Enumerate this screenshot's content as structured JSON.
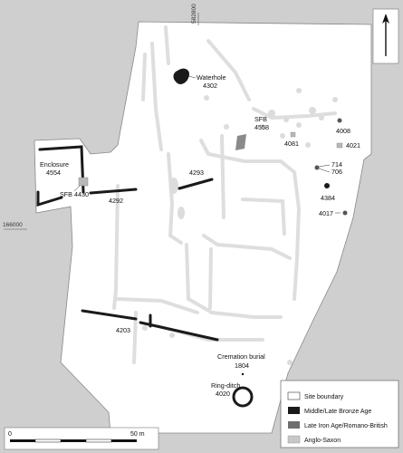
{
  "grid": {
    "northing": "582800",
    "easting": "166000"
  },
  "features": {
    "waterhole": {
      "name": "Waterhole",
      "id": "4302"
    },
    "sfb4558": {
      "name": "SFB",
      "id": "4558"
    },
    "enclosure": {
      "name": "Enclosure",
      "id": "4554"
    },
    "sfb4430": "SFB 4430",
    "f4292": "4292",
    "f4293": "4293",
    "f4081": "4081",
    "f4008": "4008",
    "f4021": "4021",
    "f714": "714",
    "f706": "706",
    "f4384": "4384",
    "f4017": "4017",
    "f4203": "4203",
    "cremation": {
      "name": "Cremation burial",
      "id": "1804"
    },
    "ringditch": {
      "name": "Ring-ditch",
      "id": "4020"
    }
  },
  "legend": {
    "items": [
      {
        "label": "Site boundary",
        "color": "#ffffff"
      },
      {
        "label": "Middle/Late Bronze Age",
        "color": "#1a1a1a"
      },
      {
        "label": "Late Iron Age/Romano-British",
        "color": "#6e6e6e"
      },
      {
        "label": "Anglo-Saxon",
        "color": "#c8c8c8"
      }
    ]
  },
  "scale": {
    "start": "0",
    "end": "50 m"
  },
  "colors": {
    "background": "#cfcfcf",
    "site": "#ffffff",
    "bronze": "#1a1a1a",
    "ironage": "#6e6e6e",
    "saxon": "#d6d6d6"
  }
}
